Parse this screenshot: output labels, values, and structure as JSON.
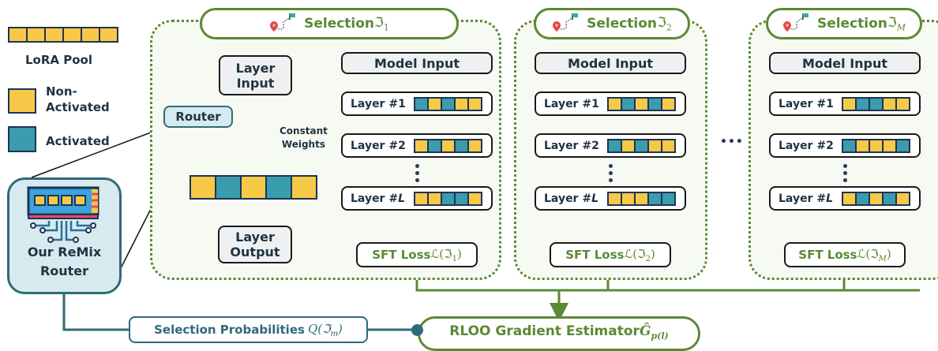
{
  "legend": {
    "pool_label": "LoRA Pool",
    "non_activated_label_1": "Non-",
    "non_activated_label_2": "Activated",
    "activated_label": "Activated",
    "pool_cells": 6,
    "colors": {
      "non_activated": "#f7c948",
      "activated": "#3a9cac"
    }
  },
  "router_card": {
    "label_1": "Our ReMix",
    "label_2": "Router",
    "icon": "router-chip-icon"
  },
  "zoom_detail": {
    "layer_input": [
      "Layer",
      "Input"
    ],
    "layer_output": [
      "Layer",
      "Output"
    ],
    "router_label": "Router",
    "constant_weights": [
      "Constant",
      "Weights"
    ],
    "lora_cells": [
      "Y",
      "T",
      "Y",
      "T",
      "Y"
    ]
  },
  "selections": [
    {
      "title": "Selection ",
      "symbol": "ℑ",
      "subscript": "1",
      "model_input": "Model Input",
      "layers": [
        {
          "label": "Layer #1",
          "cells": [
            "T",
            "Y",
            "T",
            "Y",
            "Y"
          ]
        },
        {
          "label": "Layer #2",
          "cells": [
            "Y",
            "T",
            "Y",
            "T",
            "Y"
          ]
        },
        {
          "label": "Layer #",
          "italic": "L",
          "cells": [
            "Y",
            "Y",
            "T",
            "T",
            "Y"
          ]
        }
      ],
      "loss_label": "SFT Loss ",
      "loss_math": "ℒ(ℑ",
      "loss_sub": "1",
      "loss_close": ")"
    },
    {
      "title": "Selection ",
      "symbol": "ℑ",
      "subscript": "2",
      "model_input": "Model Input",
      "layers": [
        {
          "label": "Layer #1",
          "cells": [
            "Y",
            "T",
            "Y",
            "T",
            "Y"
          ]
        },
        {
          "label": "Layer #2",
          "cells": [
            "T",
            "Y",
            "T",
            "Y",
            "Y"
          ]
        },
        {
          "label": "Layer #",
          "italic": "L",
          "cells": [
            "Y",
            "Y",
            "Y",
            "T",
            "T"
          ]
        }
      ],
      "loss_label": "SFT Loss ",
      "loss_math": "ℒ(ℑ",
      "loss_sub": "2",
      "loss_close": ")"
    },
    {
      "title": "Selection ",
      "symbol": "ℑ",
      "subscript": "M",
      "model_input": "Model Input",
      "layers": [
        {
          "label": "Layer #1",
          "cells": [
            "Y",
            "T",
            "T",
            "Y",
            "Y"
          ]
        },
        {
          "label": "Layer #2",
          "cells": [
            "T",
            "Y",
            "Y",
            "Y",
            "T"
          ]
        },
        {
          "label": "Layer #",
          "italic": "L",
          "cells": [
            "Y",
            "T",
            "Y",
            "T",
            "Y"
          ]
        }
      ],
      "loss_label": "SFT Loss ",
      "loss_math": "ℒ(ℑ",
      "loss_sub": "M",
      "loss_close": ")"
    }
  ],
  "ellipsis": "•••",
  "bottom": {
    "selection_prob_label": "Selection Probabilities ",
    "selection_prob_math": "Q(ℑ",
    "selection_prob_sub": "m",
    "selection_prob_close": ")",
    "rloo_label": "RLOO Gradient Estimator ",
    "rloo_math": "Ĝ",
    "rloo_sub": "p(l)"
  }
}
